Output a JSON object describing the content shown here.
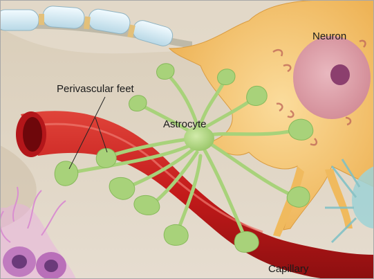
{
  "labels": {
    "neuron": "Neuron",
    "perivascular_feet": "Perivascular feet",
    "astrocyte": "Astrocyte",
    "capillary": "Capillary"
  },
  "colors": {
    "background": "#dccfb9",
    "neuron": "#f2c068",
    "nucleus": "#c98aa0",
    "capillary": "#c81d1d",
    "astrocyte": "#a8d27a",
    "axon_sheath": "#d7ecf4",
    "pink_cells": "#d98fd0"
  }
}
